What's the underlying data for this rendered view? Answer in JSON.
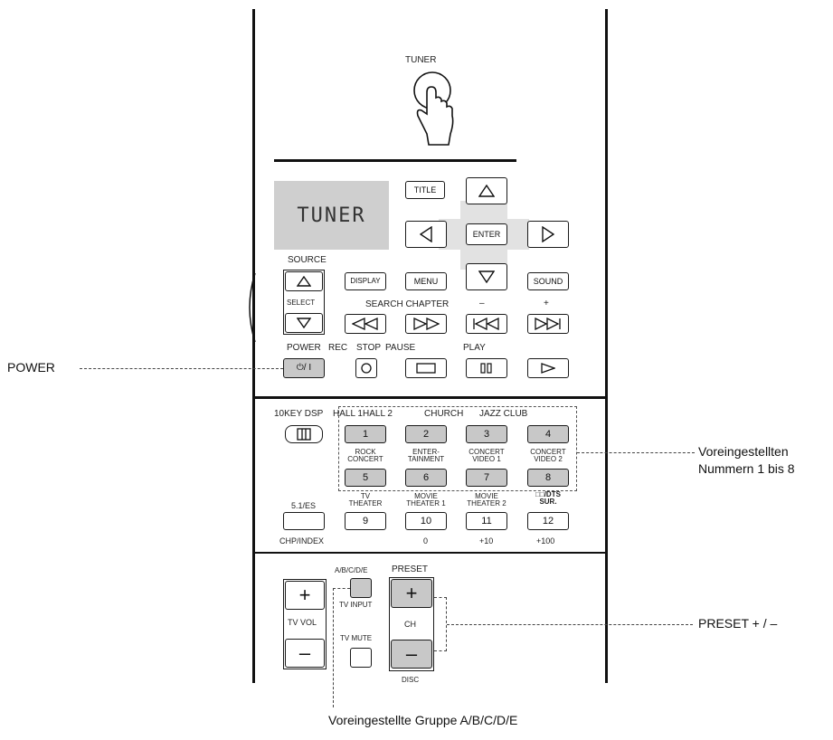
{
  "remote": {
    "tuner_label": "TUNER",
    "display_text": "TUNER",
    "source_label": "SOURCE",
    "select_label": "SELECT",
    "title_btn": "TITLE",
    "enter_btn": "ENTER",
    "display_btn": "DISPLAY",
    "menu_btn": "MENU",
    "sound_btn": "SOUND",
    "search_chapter_label": "SEARCH CHAPTER",
    "minus_label": "–",
    "plus_label": "+",
    "transport_labels": [
      "POWER",
      "REC",
      "STOP",
      "PAUSE",
      "PLAY"
    ],
    "power_btn": "⏻/ I",
    "mode_label": "10KEY DSP",
    "dsp_row1": [
      "HALL 1",
      "HALL 2",
      "CHURCH",
      "JAZZ CLUB"
    ],
    "dsp_row2": [
      "ROCK\nCONCERT",
      "ENTER-\nTAINMENT",
      "CONCERT\nVIDEO 1",
      "CONCERT\nVIDEO 2"
    ],
    "dsp_row3": [
      "TV\nTHEATER",
      "MOVIE\nTHEATER 1",
      "MOVIE\nTHEATER 2",
      "□□/DTS\nSUR."
    ],
    "numbers": [
      "1",
      "2",
      "3",
      "4",
      "5",
      "6",
      "7",
      "8",
      "9",
      "10",
      "11",
      "12"
    ],
    "es_btn": "5.1/ES",
    "bottom_labels": [
      "CHP/INDEX",
      "0",
      "+10",
      "+100"
    ],
    "abcde_label": "A/B/C/D/E",
    "preset_label": "PRESET",
    "tv_input_label": "TV INPUT",
    "tv_vol_label": "TV VOL",
    "tv_mute_label": "TV MUTE",
    "ch_label": "CH",
    "disc_label": "DISC",
    "plus_btn": "+",
    "minus_btn": "–"
  },
  "callouts": {
    "power": "POWER",
    "preset_numbers_line1": "Voreingestellten",
    "preset_numbers_line2": "Nummern 1 bis 8",
    "preset_plusminus": "PRESET + / –",
    "preset_group": "Voreingestellte Gruppe A/B/C/D/E"
  }
}
